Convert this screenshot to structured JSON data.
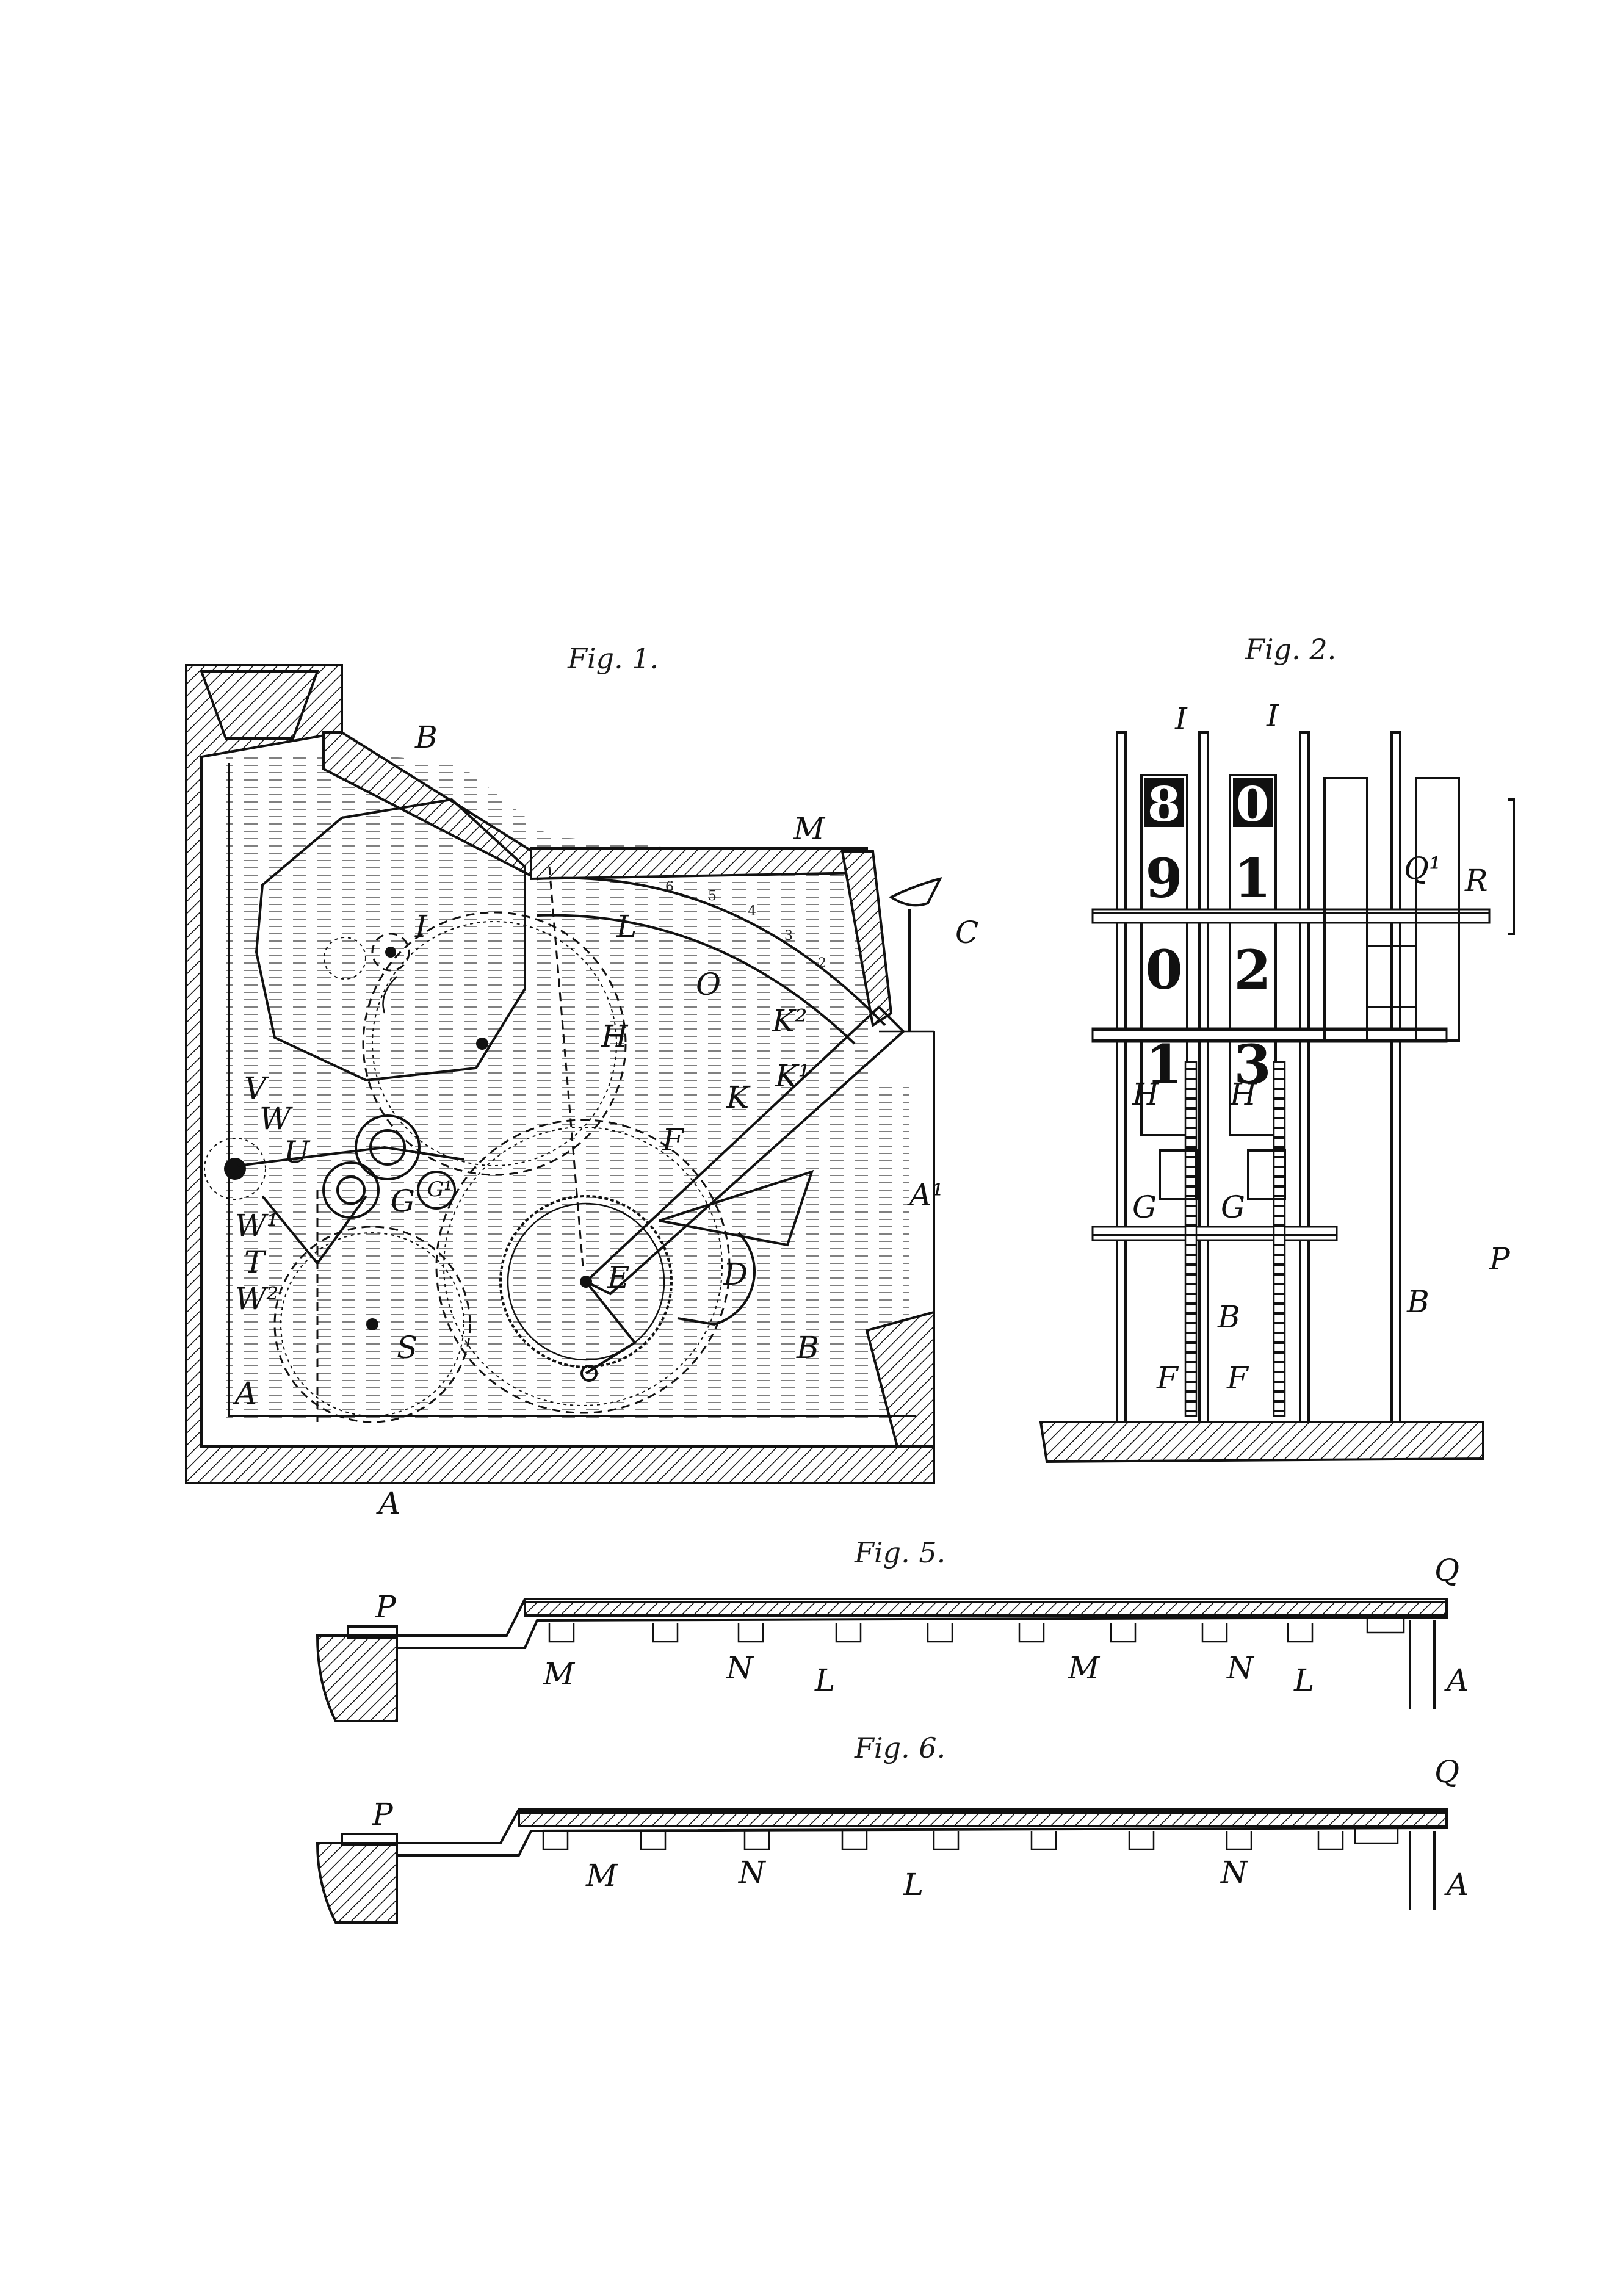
{
  "figures": {
    "fig1": {
      "caption": "Fig. 1.",
      "labels": [
        "B",
        "M",
        "C",
        "I",
        "L",
        "O",
        "H",
        "K",
        "K²",
        "K¹",
        "F",
        "V",
        "W",
        "U",
        "G",
        "G¹",
        "W¹",
        "T",
        "W²",
        "E",
        "D",
        "A¹",
        "S",
        "B",
        "A",
        "A"
      ],
      "scale_numbers": [
        "6",
        "5",
        "4",
        "3",
        "2"
      ]
    },
    "fig2": {
      "caption": "Fig. 2.",
      "labels": [
        "I",
        "I",
        "Q¹",
        "R",
        "H",
        "H",
        "G",
        "G",
        "B",
        "B",
        "F",
        "F",
        "P"
      ],
      "counter_left": [
        "8",
        "9",
        "0",
        "1"
      ],
      "counter_right": [
        "0",
        "1",
        "2",
        "3"
      ]
    },
    "fig5": {
      "caption": "Fig. 5.",
      "labels": [
        "P",
        "Q",
        "M",
        "N",
        "L",
        "M",
        "N",
        "L",
        "A"
      ]
    },
    "fig6": {
      "caption": "Fig. 6.",
      "labels": [
        "P",
        "Q",
        "M",
        "N",
        "L",
        "N",
        "A"
      ]
    }
  }
}
